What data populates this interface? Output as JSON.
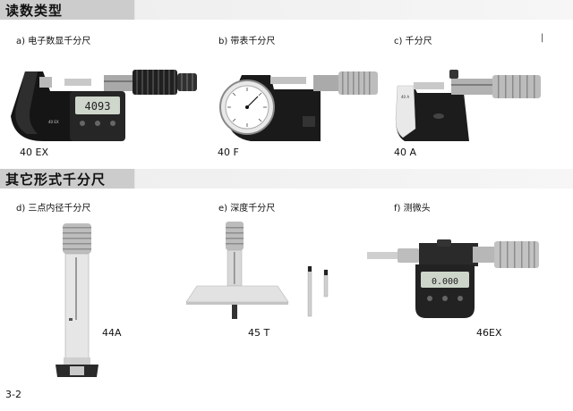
{
  "sections": [
    {
      "title": "读数类型"
    },
    {
      "title": "其它形式千分尺"
    }
  ],
  "items": [
    {
      "label": "a)  电子数显千分尺",
      "model": "40 EX",
      "lcd": "4093"
    },
    {
      "label": "b)  带表千分尺",
      "model": "40 F"
    },
    {
      "label": "c)   千分尺",
      "model": "40 A"
    },
    {
      "label": "d)  三点内径千分尺",
      "model": "44A"
    },
    {
      "label": "e)  深度千分尺",
      "model": "45 T"
    },
    {
      "label": "f)  测微头",
      "model": "46EX",
      "lcd": "0.000"
    }
  ],
  "marker": "|",
  "page_number": "3-2"
}
